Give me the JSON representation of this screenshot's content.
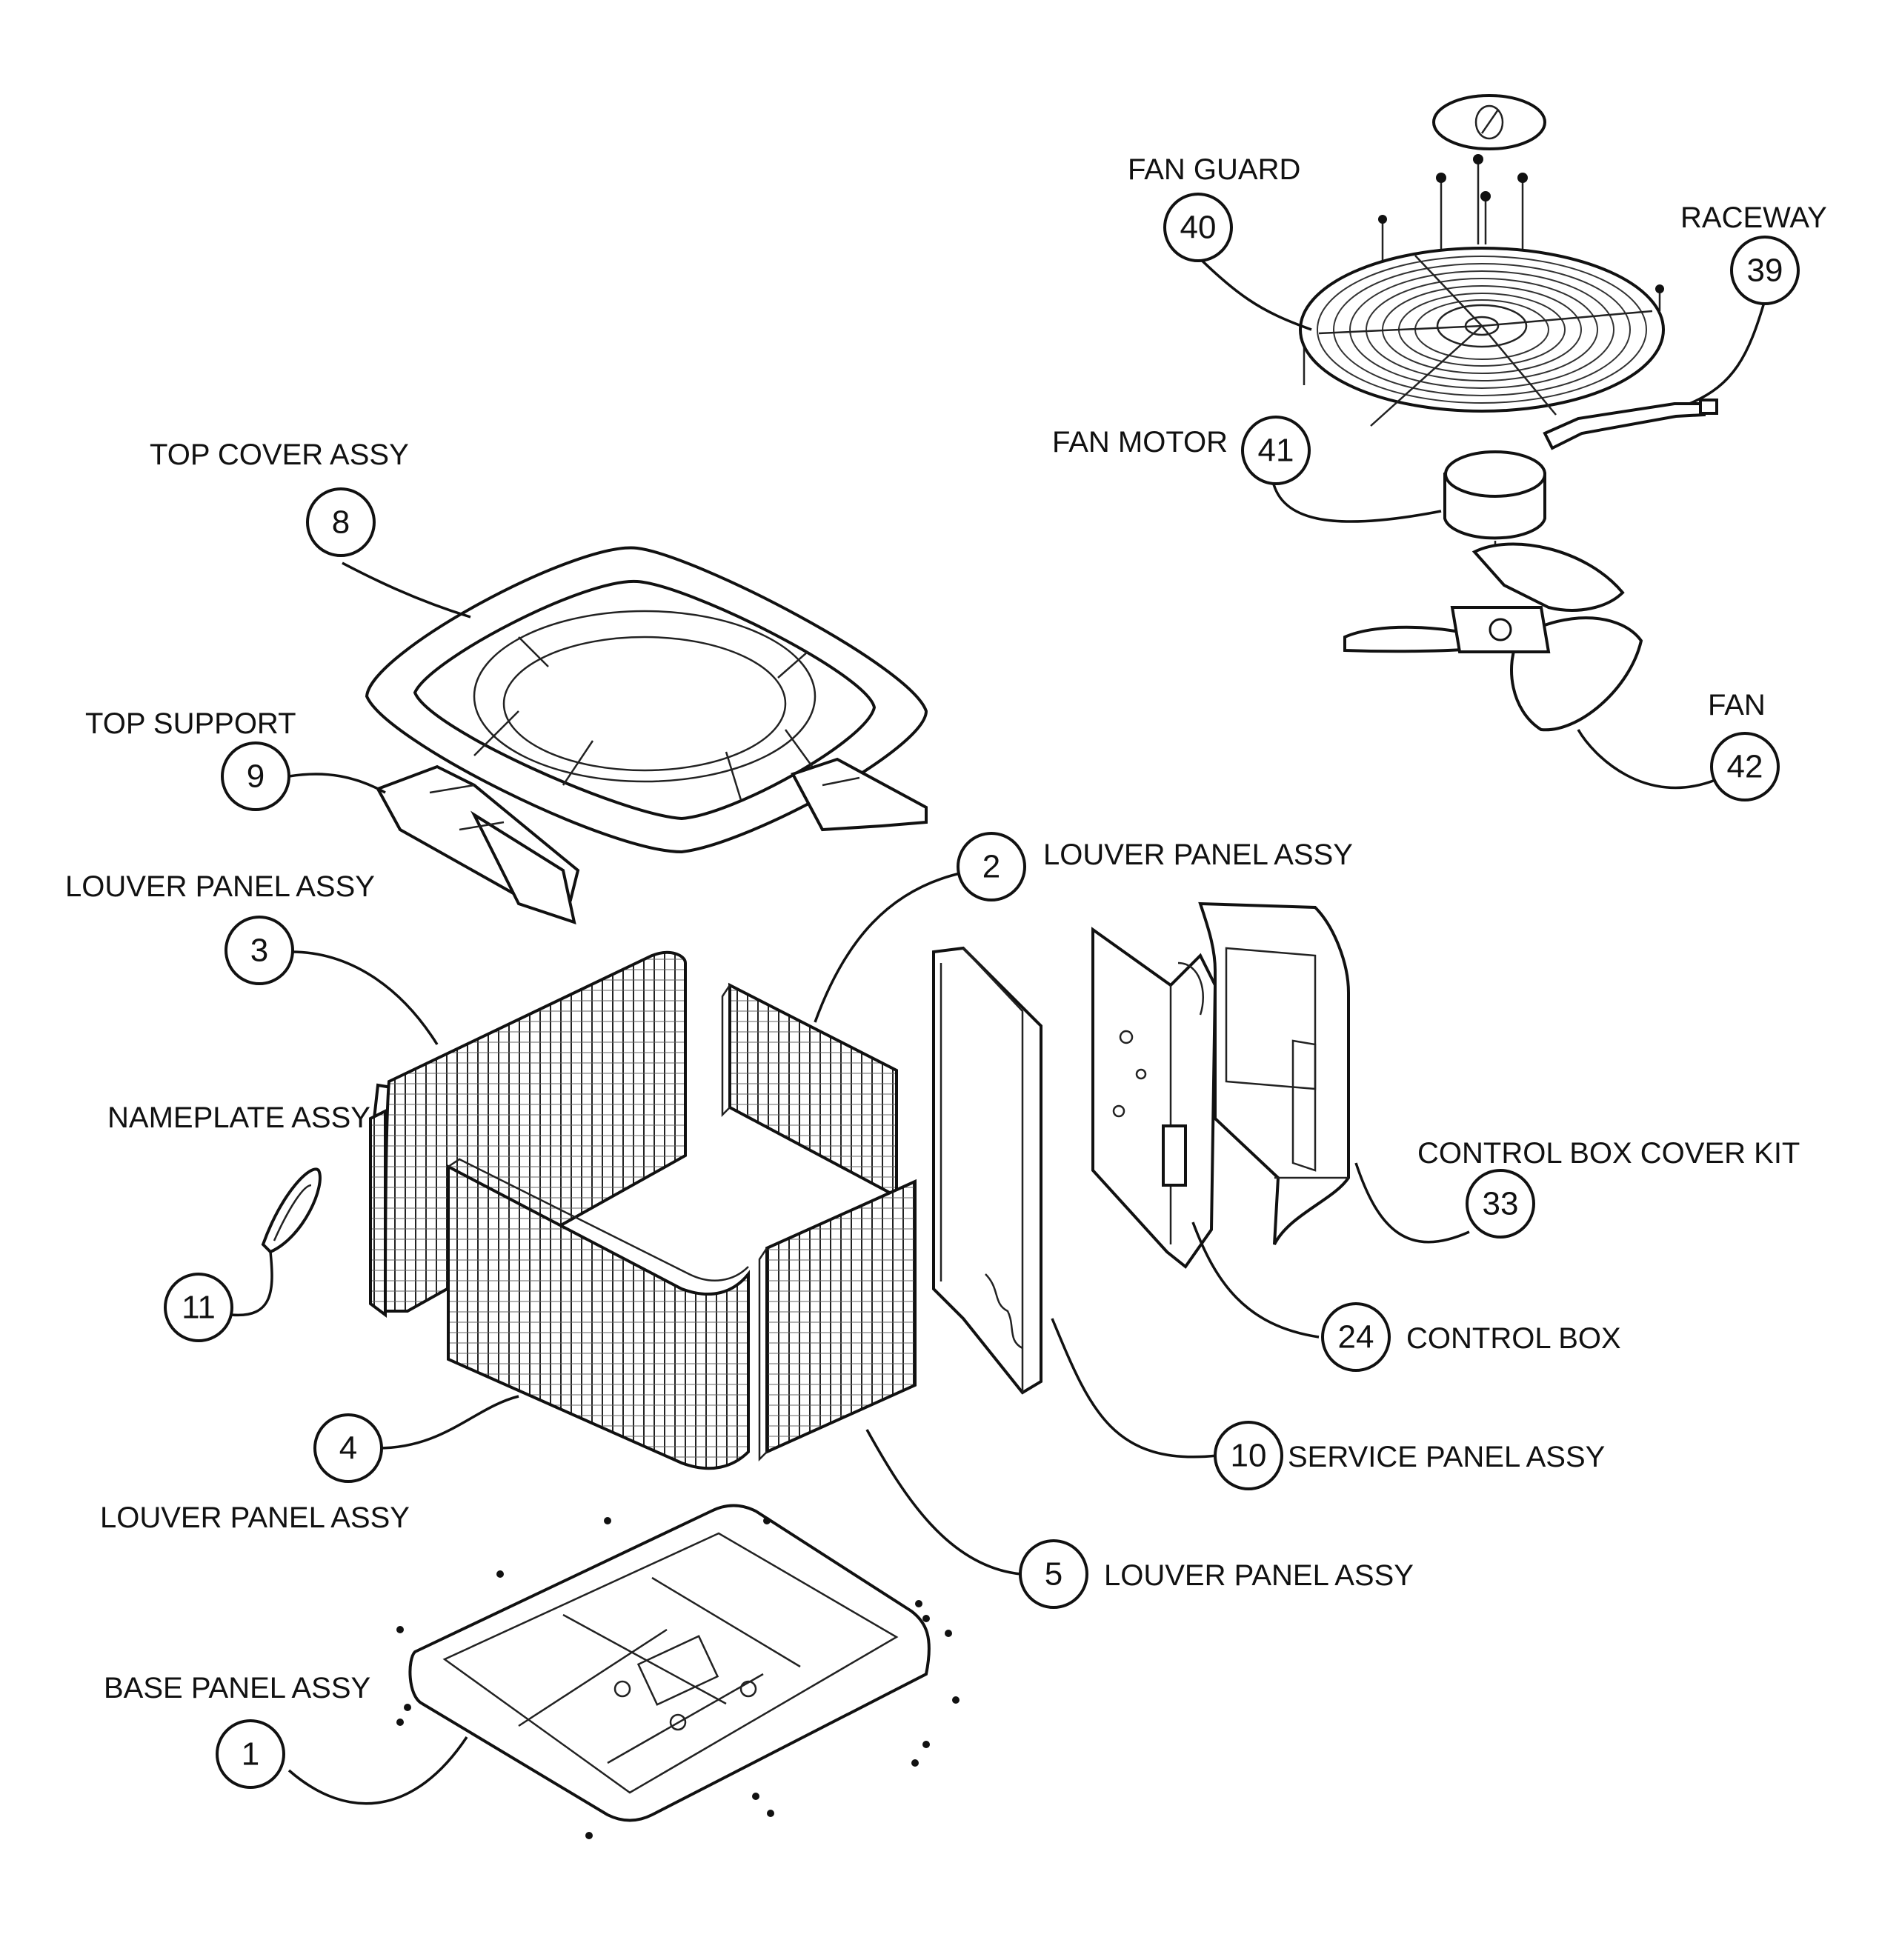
{
  "callouts": [
    {
      "num": "40",
      "label": "FAN GUARD"
    },
    {
      "num": "39",
      "label": "RACEWAY"
    },
    {
      "num": "41",
      "label": "FAN MOTOR"
    },
    {
      "num": "8",
      "label": "TOP COVER ASSY"
    },
    {
      "num": "42",
      "label": "FAN"
    },
    {
      "num": "9",
      "label": "TOP SUPPORT"
    },
    {
      "num": "2",
      "label": "LOUVER PANEL ASSY"
    },
    {
      "num": "3",
      "label": "LOUVER PANEL ASSY"
    },
    {
      "num": "11",
      "label": "NAMEPLATE ASSY"
    },
    {
      "num": "33",
      "label": "CONTROL BOX COVER KIT"
    },
    {
      "num": "24",
      "label": "CONTROL BOX"
    },
    {
      "num": "4",
      "label": "LOUVER PANEL ASSY"
    },
    {
      "num": "10",
      "label": "SERVICE PANEL ASSY"
    },
    {
      "num": "5",
      "label": "LOUVER PANEL ASSY"
    },
    {
      "num": "1",
      "label": "BASE PANEL ASSY"
    }
  ]
}
